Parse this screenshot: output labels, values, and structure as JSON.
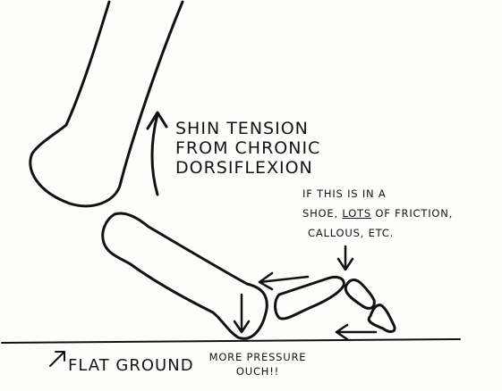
{
  "annotations": {
    "shin_tension": [
      "SHIN TENSION",
      "FROM CHRONIC",
      "DORSIFLEXION"
    ],
    "friction_note": {
      "line1": "IF THIS IS IN A",
      "line2_pre": "SHOE, ",
      "line2_underlined": "LOTS",
      "line2_post": " OF FRICTION,",
      "line3": "CALLOUS, ETC."
    },
    "ground_label": "FLAT GROUND",
    "pressure_note": [
      "MORE PRESSURE",
      "OUCH!!"
    ]
  }
}
